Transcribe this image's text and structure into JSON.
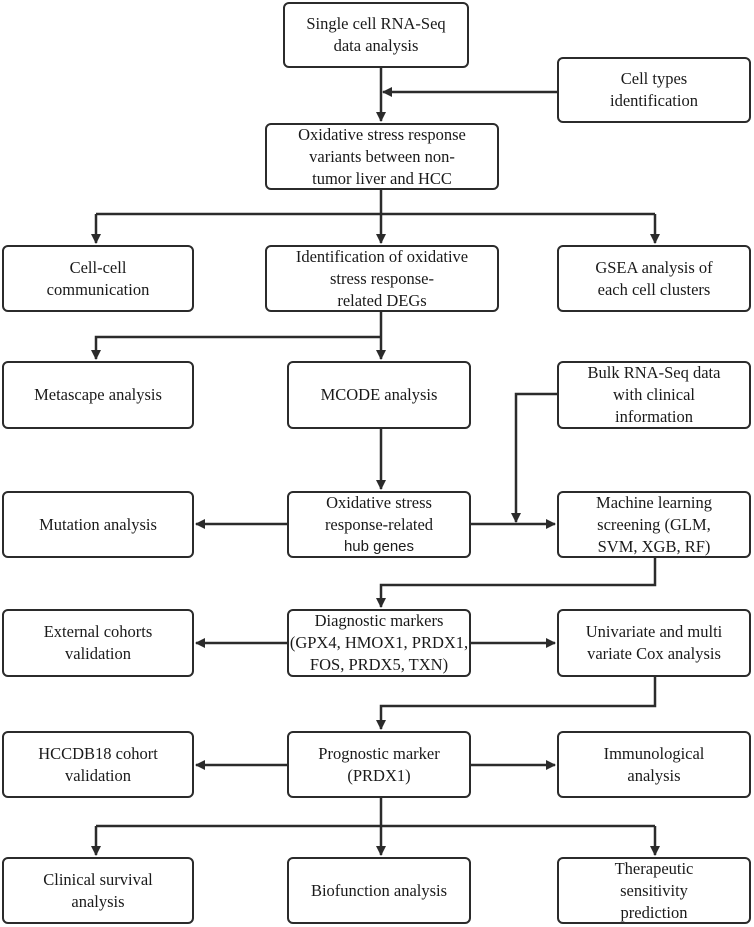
{
  "diagram": {
    "nodes": [
      {
        "id": "single_cell",
        "lines": [
          "Single cell RNA-Seq",
          "data analysis"
        ]
      },
      {
        "id": "cell_types",
        "lines": [
          "Cell types",
          "identification"
        ]
      },
      {
        "id": "oxidative_variants",
        "lines": [
          "Oxidative stress response",
          "variants between non-",
          "tumor liver and HCC"
        ]
      },
      {
        "id": "cell_comm",
        "lines": [
          "Cell-cell",
          "communication"
        ]
      },
      {
        "id": "identification_degs",
        "lines": [
          "Identification of oxidative",
          "stress response-",
          "related DEGs"
        ]
      },
      {
        "id": "gsea",
        "lines": [
          "GSEA analysis of",
          "each cell clusters"
        ]
      },
      {
        "id": "metascape",
        "lines": [
          "Metascape analysis"
        ]
      },
      {
        "id": "mcode",
        "lines": [
          "MCODE analysis"
        ]
      },
      {
        "id": "bulk_rna",
        "lines": [
          "Bulk RNA-Seq data",
          "with clinical",
          "information"
        ]
      },
      {
        "id": "mutation",
        "lines": [
          "Mutation analysis"
        ]
      },
      {
        "id": "hub_genes",
        "lines": [
          "Oxidative stress",
          "response-related",
          "hub genes"
        ]
      },
      {
        "id": "ml_screening",
        "lines": [
          "Machine learning",
          "screening (GLM,",
          "SVM, XGB, RF)"
        ]
      },
      {
        "id": "external_cohorts",
        "lines": [
          "External cohorts",
          "validation"
        ]
      },
      {
        "id": "diagnostic",
        "lines": [
          "Diagnostic markers",
          "(GPX4, HMOX1, PRDX1,",
          "FOS, PRDX5, TXN)"
        ]
      },
      {
        "id": "cox",
        "lines": [
          "Univariate and multi",
          "variate Cox analysis"
        ]
      },
      {
        "id": "hccdb18",
        "lines": [
          "HCCDB18 cohort",
          "validation"
        ]
      },
      {
        "id": "prognostic",
        "lines": [
          "Prognostic marker",
          "(PRDX1)"
        ]
      },
      {
        "id": "immunological",
        "lines": [
          "Immunological",
          "analysis"
        ]
      },
      {
        "id": "clinical_survival",
        "lines": [
          "Clinical survival",
          "analysis"
        ]
      },
      {
        "id": "biofunction",
        "lines": [
          "Biofunction analysis"
        ]
      },
      {
        "id": "therapeutic",
        "lines": [
          "Therapeutic",
          "sensitivity",
          "prediction"
        ]
      }
    ],
    "edges": [
      {
        "from": "single_cell",
        "to": "oxidative_variants"
      },
      {
        "from": "cell_types",
        "to": "oxidative_variants"
      },
      {
        "from": "oxidative_variants",
        "to": "cell_comm"
      },
      {
        "from": "oxidative_variants",
        "to": "identification_degs"
      },
      {
        "from": "oxidative_variants",
        "to": "gsea"
      },
      {
        "from": "identification_degs",
        "to": "metascape"
      },
      {
        "from": "identification_degs",
        "to": "mcode"
      },
      {
        "from": "mcode",
        "to": "hub_genes"
      },
      {
        "from": "hub_genes",
        "to": "mutation"
      },
      {
        "from": "hub_genes",
        "to": "ml_screening"
      },
      {
        "from": "bulk_rna",
        "to": "ml_screening"
      },
      {
        "from": "ml_screening",
        "to": "diagnostic"
      },
      {
        "from": "diagnostic",
        "to": "external_cohorts"
      },
      {
        "from": "diagnostic",
        "to": "cox"
      },
      {
        "from": "cox",
        "to": "prognostic"
      },
      {
        "from": "prognostic",
        "to": "hccdb18"
      },
      {
        "from": "prognostic",
        "to": "immunological"
      },
      {
        "from": "prognostic",
        "to": "clinical_survival"
      },
      {
        "from": "prognostic",
        "to": "biofunction"
      },
      {
        "from": "prognostic",
        "to": "therapeutic"
      }
    ]
  }
}
